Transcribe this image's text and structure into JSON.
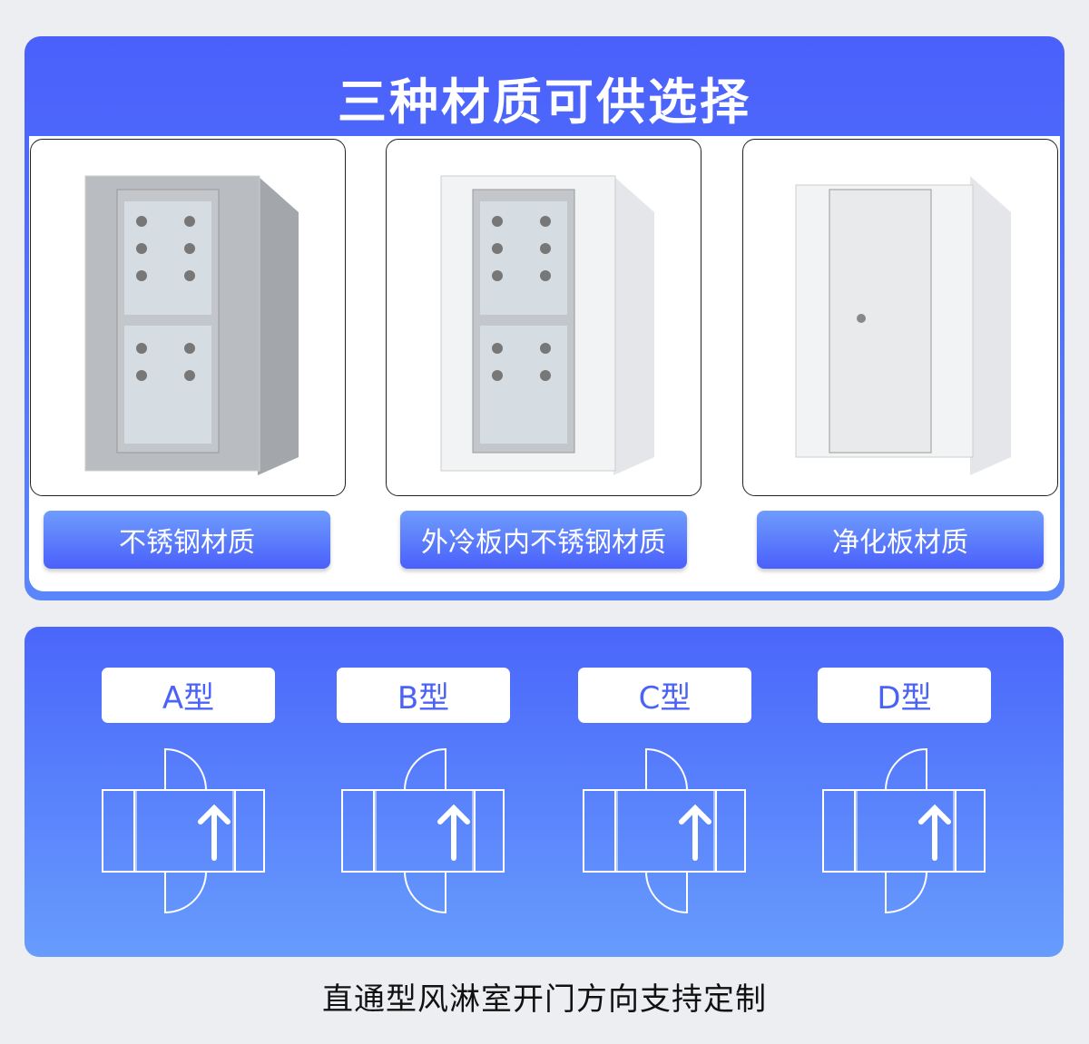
{
  "title": "三种材质可供选择",
  "materials": [
    {
      "label": "不锈钢材质",
      "finish": "steel"
    },
    {
      "label": "外冷板内不锈钢材质",
      "finish": "white-steel"
    },
    {
      "label": "净化板材质",
      "finish": "white"
    }
  ],
  "types": [
    {
      "label": "A型",
      "top_hinge": "left",
      "bottom_hinge": "left"
    },
    {
      "label": "B型",
      "top_hinge": "right",
      "bottom_hinge": "right"
    },
    {
      "label": "C型",
      "top_hinge": "left",
      "bottom_hinge": "right"
    },
    {
      "label": "D型",
      "top_hinge": "right",
      "bottom_hinge": "left"
    }
  ],
  "footer": "直通型风淋室开门方向支持定制",
  "colors": {
    "accent": "#4a60fb",
    "accent_light": "#679cfc"
  }
}
